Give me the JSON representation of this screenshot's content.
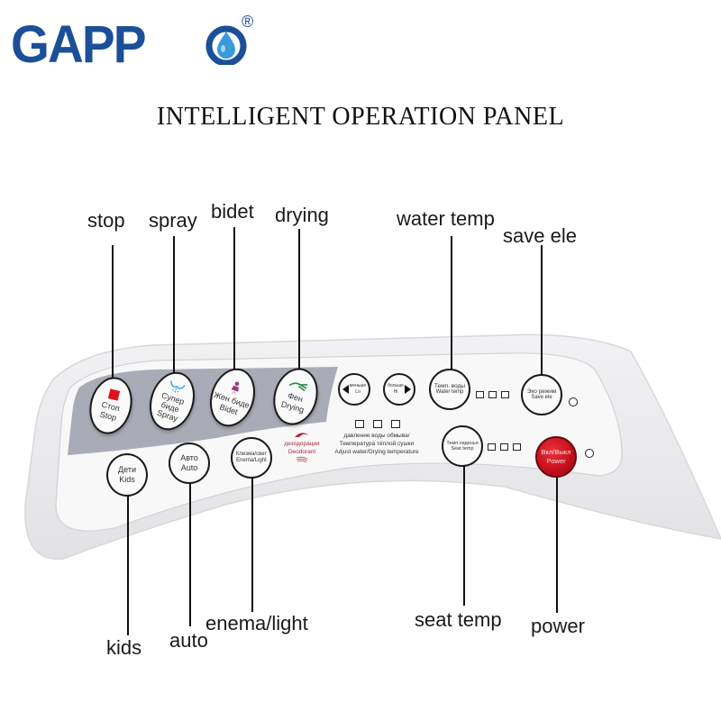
{
  "brand": {
    "logo_text": "GAPP",
    "registered_mark": "®",
    "logo_color": "#1b4f98",
    "drop_color": "#3a9ad9"
  },
  "title": "INTELLIGENT OPERATION PANEL",
  "callouts": {
    "top": [
      {
        "id": "stop",
        "label": "stop"
      },
      {
        "id": "spray",
        "label": "spray"
      },
      {
        "id": "bidet",
        "label": "bidet"
      },
      {
        "id": "drying",
        "label": "drying"
      },
      {
        "id": "water_temp",
        "label": "water temp"
      },
      {
        "id": "save_ele",
        "label": "save ele"
      }
    ],
    "bottom": [
      {
        "id": "kids",
        "label": "kids"
      },
      {
        "id": "auto",
        "label": "auto"
      },
      {
        "id": "enema_light",
        "label": "enema/light"
      },
      {
        "id": "seat_temp",
        "label": "seat temp"
      },
      {
        "id": "power",
        "label": "power"
      }
    ]
  },
  "panel": {
    "buttons": {
      "stop": {
        "ru": "Стоп",
        "en": "Stop",
        "icon": "red-square-icon",
        "icon_color": "#e0101a"
      },
      "spray": {
        "ru": "Супер биде",
        "en": "Spray",
        "icon": "spray-icon",
        "icon_color": "#3aa7e0"
      },
      "bidet": {
        "ru": "Жен биде",
        "en": "Bidet",
        "icon": "female-figure-icon",
        "icon_color": "#9a3b86"
      },
      "drying": {
        "ru": "Фен",
        "en": "Drying",
        "icon": "drying-hand-icon",
        "icon_color": "#2a8a4a"
      },
      "lo": {
        "ru": "меньше",
        "en": "Lo",
        "icon": "arrow-left-icon"
      },
      "hi": {
        "ru": "больше",
        "en": "Hi",
        "icon": "arrow-right-icon"
      },
      "water_temp": {
        "ru": "Темп. воды",
        "en": "Water temp"
      },
      "save_ele": {
        "ru": "Эко режим",
        "en": "Save ele"
      },
      "kids": {
        "ru": "Дети",
        "en": "Kids"
      },
      "auto": {
        "ru": "Авто",
        "en": "Auto"
      },
      "enema_light": {
        "ru": "Клизма/свет",
        "en": "Enema/Light"
      },
      "seat_temp": {
        "ru": "Темп.сиденья",
        "en": "Seat temp"
      },
      "power": {
        "ru": "Вкл/Выкл",
        "en": "Power",
        "color": "#c8101d"
      }
    },
    "deodorant": {
      "ru": "дезодорация",
      "en": "Deodorant",
      "color": "#b4243a"
    },
    "adjust_text": {
      "line1": "давление воды обмыва/",
      "line2": "Температура тёплой сушки",
      "line3": "Adjust water/Drying temperature"
    },
    "colors": {
      "panel_body": "#ececee",
      "panel_face": "#f7f7f8",
      "dark_band": "#a9abb6"
    }
  }
}
